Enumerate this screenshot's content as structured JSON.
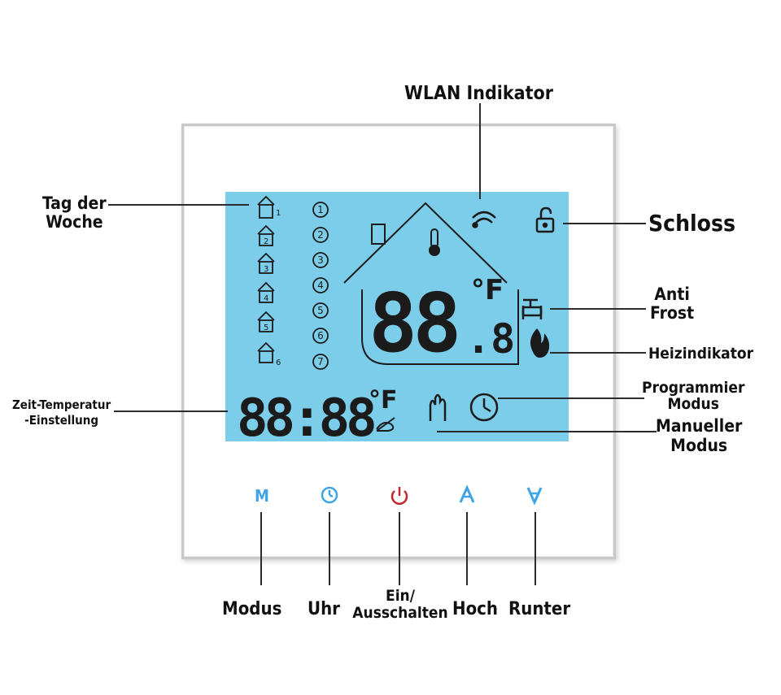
{
  "labels": {
    "wlan": "WLAN Indikator",
    "day_of_week": [
      "Tag der",
      "Woche"
    ],
    "lock": "Schloss",
    "anti_frost": [
      "Anti",
      "Frost"
    ],
    "heating": "Heizindikator",
    "program_mode": [
      "Programmier",
      "Modus"
    ],
    "manual_mode": [
      "Manueller",
      "Modus"
    ],
    "time_temp": [
      "Zeit-Temperatur",
      "-Einstellung"
    ]
  },
  "buttons": [
    {
      "glyph": "M",
      "label": [
        "Modus"
      ],
      "color": "#3ea4e6"
    },
    {
      "glyph": "clock-icon",
      "label": [
        "Uhr"
      ],
      "color": "#3ea4e6"
    },
    {
      "glyph": "power-icon",
      "label": [
        "Ein/",
        "Ausschalten"
      ],
      "color": "#c0282d"
    },
    {
      "glyph": "up-icon",
      "label": [
        "Hoch"
      ],
      "color": "#3ea4e6"
    },
    {
      "glyph": "down-icon",
      "label": [
        "Runter"
      ],
      "color": "#3ea4e6"
    }
  ],
  "lcd": {
    "day_numbers": [
      "1",
      "2",
      "3",
      "4",
      "5",
      "6",
      "7"
    ],
    "day_icon_numbers": [
      "1",
      "2",
      "3",
      "4",
      "5",
      "6"
    ],
    "main_temp": "88",
    "main_decimal": ".8",
    "main_unit": "°F",
    "time_display": "88:88",
    "time_unit": "°F",
    "background_color": "#7ccdea"
  }
}
